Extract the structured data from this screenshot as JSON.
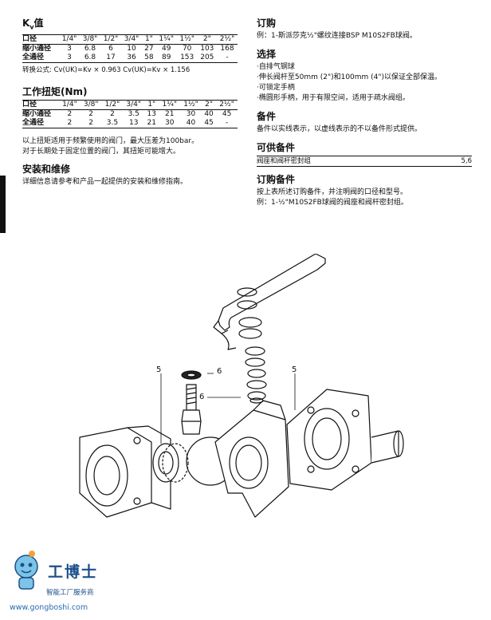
{
  "left": {
    "kv": {
      "title": "K",
      "title_sub": "v",
      "title_suffix": "值",
      "header": [
        "口径",
        "1/4\"",
        "3/8\"",
        "1/2\"",
        "3/4\"",
        "1\"",
        "1¼\"",
        "1½\"",
        "2\"",
        "2½\""
      ],
      "rows": [
        [
          "缩小通径",
          "3",
          "6.8",
          "6",
          "10",
          "27",
          "49",
          "70",
          "103",
          "168"
        ],
        [
          "全通径",
          "3",
          "6.8",
          "17",
          "36",
          "58",
          "89",
          "153",
          "205",
          "-"
        ]
      ],
      "formula": "转换公式:  Cv(UK)=Kv × 0.963   Cv(UK)=Kv × 1.156"
    },
    "torque": {
      "title": "工作扭矩(Nm)",
      "header": [
        "口径",
        "1/4\"",
        "3/8\"",
        "1/2\"",
        "3/4\"",
        "1\"",
        "1¼\"",
        "1½\"",
        "2\"",
        "2½\""
      ],
      "rows": [
        [
          "缩小通径",
          "2",
          "2",
          "2",
          "3.5",
          "13",
          "21",
          "30",
          "40",
          "45"
        ],
        [
          "全通径",
          "2",
          "2",
          "3.5",
          "13",
          "21",
          "30",
          "40",
          "45",
          "-"
        ]
      ],
      "note1": "以上扭矩适用于频繁使用的阀门，最大压差为100bar。",
      "note2": "对于长期处于固定位置的阀门，其扭矩可能增大。"
    },
    "install": {
      "title": "安装和维修",
      "text": "详细信息请参考和产品一起提供的安装和维修指南。"
    }
  },
  "right": {
    "order": {
      "title": "订购",
      "text": "例：1-斯派莎克½\"螺纹连接BSP M10S2FB球阀。"
    },
    "options": {
      "title": "选择",
      "items": [
        "·自排气钢球",
        "·伸长阀杆至50mm (2\")和100mm (4\")以保证全部保温。",
        "·可锁定手柄",
        "·椭圆形手柄，用于有限空间，适用于疏水阀组。"
      ]
    },
    "spares": {
      "title": "备件",
      "text": "备件以实线表示，以虚线表示的不以备件形式提供。"
    },
    "available": {
      "title": "可供备件",
      "item": "阀座和阀杆密封组",
      "ref": "5,6"
    },
    "order_spares": {
      "title": "订购备件",
      "text1": "按上表所述订购备件，并注明阀的口径和型号。",
      "text2": "例：1-½\"M10S2FB球阀的阀座和阀杆密封组。"
    }
  },
  "figure": {
    "callouts": {
      "seat_left": "5",
      "seal_top": "6",
      "seal_mid": "6",
      "seat_right": "5"
    }
  },
  "logo": {
    "name": "工博士",
    "subtitle": "智能工厂服务商",
    "url": "www.gongboshi.com"
  }
}
